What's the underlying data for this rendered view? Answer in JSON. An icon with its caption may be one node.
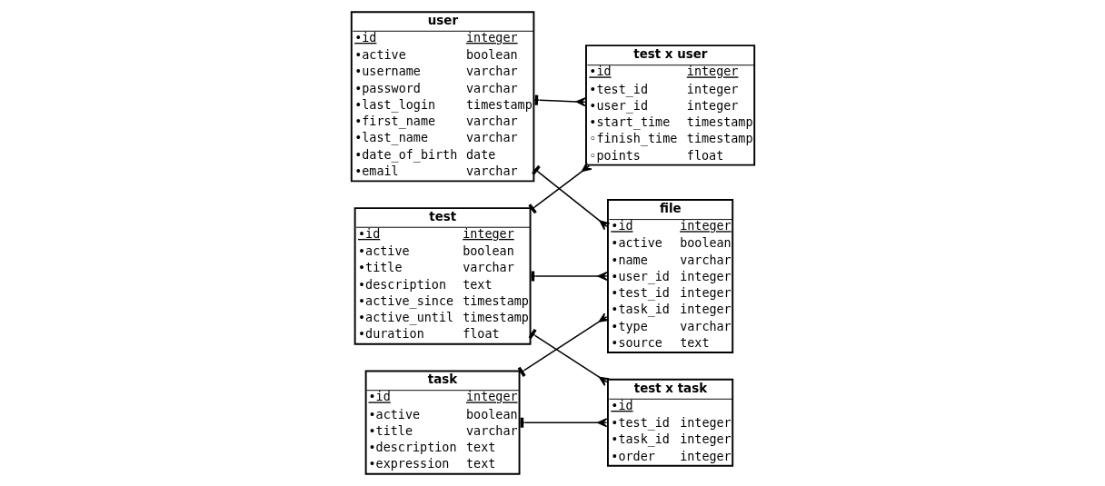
{
  "diagram": {
    "nodes": [
      {
        "text": [
          "user",
          "•id integer",
          "•active boolean",
          "•username varchar",
          "•password varchar",
          "•last_login timestamp",
          "•first_name varchar",
          "•last_name varchar",
          "•date_of_birth date",
          "•email varchar"
        ]
      },
      {
        "text": [
          "test x user",
          "•id integer",
          "•test_id integer",
          "•user_id integer",
          "•start_time timestamp",
          "◦finish_time timestamp",
          "◦points float"
        ]
      },
      {
        "text": [
          "test",
          "•id integer",
          "•active boolean",
          "•title varchar",
          "•description text",
          "•active_since timestamp",
          "•active_until timestamp",
          "•duration float"
        ]
      },
      {
        "text": [
          "task",
          "•id integer",
          "•active boolean",
          "•title varchar",
          "•description text",
          "•expression text"
        ]
      },
      {
        "text": [
          "test x task",
          "•id",
          "•test_id integer",
          "•task_id integer",
          "•order integer"
        ]
      },
      {
        "text": [
          "file",
          "•id integer",
          "•active boolean",
          "•name varchar",
          "•user_id integer",
          "•test_id integer",
          "•task_id integer",
          "•type varchar",
          "•source text"
        ]
      }
    ],
    "edges": [
      {
        "from": 0,
        "to": 1,
        "arrow": "other"
      },
      {
        "from": 2,
        "to": 1,
        "arrow": "other"
      },
      {
        "from": 2,
        "to": 4,
        "arrow": "other"
      },
      {
        "from": 3,
        "to": 4,
        "arrow": "other"
      },
      {
        "from": 0,
        "to": 5,
        "arrow": "other"
      },
      {
        "from": 2,
        "to": 5,
        "arrow": "other"
      },
      {
        "from": 3,
        "to": 5,
        "arrow": "other"
      }
    ]
  }
}
